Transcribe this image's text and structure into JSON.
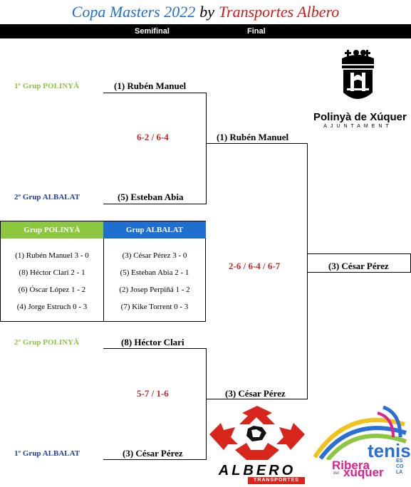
{
  "title": {
    "part1": "Copa Masters 2022",
    "part2": "by",
    "part3": "Transportes Albero"
  },
  "header": {
    "semifinal": "Semifinal",
    "final": "Final"
  },
  "semifinal_top": {
    "slot1_group": "1º Grup POLINYÀ",
    "slot1_player": "(1) Rubén Manuel",
    "score": "6-2 / 6-4",
    "slot2_group": "2º Grup ALBALAT",
    "slot2_player": "(5) Esteban Abia"
  },
  "semifinal_bottom": {
    "slot1_group": "2º Grup POLINYÀ",
    "slot1_player": "(8) Héctor Clari",
    "score": "5-7 / 1-6",
    "slot2_group": "1º Grup ALBALAT",
    "slot2_player": "(3) César Pérez"
  },
  "final": {
    "slot1_player": "(1) Rubén Manuel",
    "score": "2-6 / 6-4 / 6-7",
    "slot2_player": "(3) César Pérez",
    "winner": "(3) César Pérez"
  },
  "standings": {
    "polinya": {
      "header": "Grup POLINYÀ",
      "rows": [
        "(1) Rubén Manuel   3 - 0",
        "(8) Héctor Clari   2 - 1",
        "(6) Óscar López   1 - 2",
        "(4) Jorge Estruch   0 - 3"
      ]
    },
    "albalat": {
      "header": "Grup ALBALAT",
      "rows": [
        "(3) César Pérez   3 - 0",
        "(5) Esteban Abia   2 - 1",
        "(2) Josep Perpiñá   1 - 2",
        "(7) Kike Torrent   0 - 3"
      ]
    }
  },
  "logos": {
    "polinya_name": "Polinyà de Xúquer",
    "polinya_sub": "AJUNTAMENT",
    "albero_name": "ALBERO",
    "albero_sub": "TRANSPORTES",
    "tenis_word": "tenis",
    "tenis_ribera": "Ribera",
    "tenis_xuquer": "xuquer",
    "tenis_del": "del",
    "tenis_escola": "ESCOLA"
  },
  "colors": {
    "green": "#8dc63f",
    "blue": "#1f6fd0",
    "red": "#c0282d"
  }
}
